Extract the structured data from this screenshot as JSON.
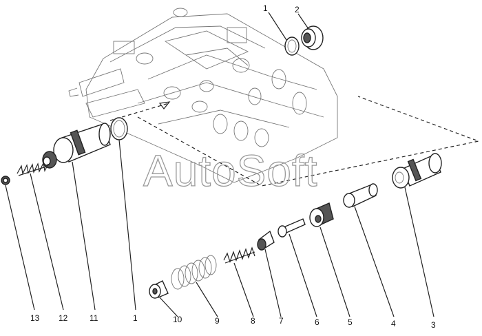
{
  "watermark": "AutoSoft",
  "callouts": [
    {
      "id": "1",
      "label": "1"
    },
    {
      "id": "2",
      "label": "2"
    },
    {
      "id": "1b",
      "label": "1"
    },
    {
      "id": "3",
      "label": "3"
    },
    {
      "id": "4",
      "label": "4"
    },
    {
      "id": "5",
      "label": "5"
    },
    {
      "id": "6",
      "label": "6"
    },
    {
      "id": "7",
      "label": "7"
    },
    {
      "id": "8",
      "label": "8"
    },
    {
      "id": "9",
      "label": "9"
    },
    {
      "id": "10",
      "label": "10"
    },
    {
      "id": "11",
      "label": "11"
    },
    {
      "id": "12",
      "label": "12"
    },
    {
      "id": "13",
      "label": "13"
    }
  ]
}
